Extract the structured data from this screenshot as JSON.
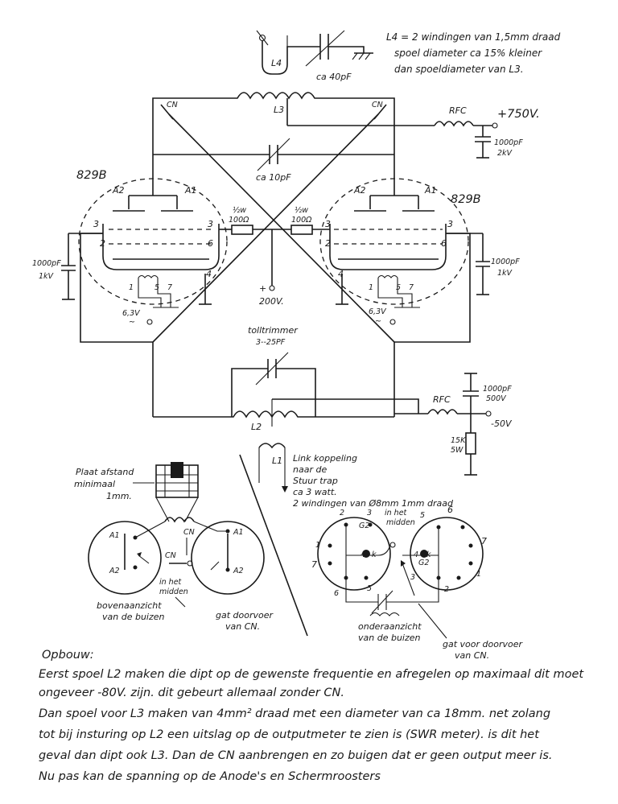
{
  "top": {
    "l4": "L4",
    "ca40": "ca 40pF",
    "l3": "L3",
    "cn_left": "CN",
    "cn_right": "CN",
    "rfc": "RFC",
    "hv": "+750V.",
    "c1000_2kv_a": "1000pF",
    "c1000_2kv_b": "2kV",
    "ca10": "ca 10pF",
    "note_l4": [
      "L4 = 2 windingen van 1,5mm draad",
      "spoel diameter ca 15% kleiner",
      "dan spoeldiameter van L3."
    ]
  },
  "tubes": {
    "left_type": "829B",
    "right_type": "829B",
    "a1": "A1",
    "a2": "A2",
    "p3": "3",
    "p2": "2",
    "p6": "6",
    "p4": "4",
    "p1": "1",
    "p5": "5",
    "p7": "7",
    "heater": "6,3V",
    "tilde": "~",
    "res_w": "½w",
    "res_ohm": "100Ω",
    "c_left_a": "1000pF",
    "c_left_b": "1kV",
    "c_right_a": "1000pF",
    "c_right_b": "1kV",
    "v200": "200V.",
    "plus": "+"
  },
  "grid": {
    "trim_a": "tolltrimmer",
    "trim_b": "3--25PF",
    "l2": "L2",
    "l1": "L1",
    "rfc": "RFC",
    "c_a": "1000pF",
    "c_b": "500V",
    "neg": "-50V",
    "r_a": "15K",
    "r_b": "5W",
    "link": [
      "Link koppeling",
      "naar de",
      "Stuur trap",
      "ca 3 watt.",
      "2 windingen van Ø8mm 1mm draad"
    ]
  },
  "detail_left": {
    "plaat": "Plaat afstand",
    "minimaal": "minimaal",
    "mm": "1mm.",
    "cn1": "CN",
    "cn2": "CN",
    "a1l": "A1",
    "a2l": "A2",
    "a1r": "A1",
    "a2r": "A2",
    "midden_a": "in het",
    "midden_b": "midden",
    "boven_a": "bovenaanzicht",
    "boven_b": "van de buizen",
    "gat_a": "gat doorvoer",
    "gat_b": "van CN."
  },
  "detail_right": {
    "n2": "2",
    "n3": "3",
    "g2a": "G2",
    "mid_a": "in het",
    "mid_b": "midden",
    "n5": "5",
    "n6": "6",
    "n1a": "1",
    "n7a": "7",
    "n4a": "4",
    "k1": "k",
    "n6b": "6",
    "n5b": "5",
    "n4b": "4",
    "k2": "k",
    "g2b": "G2",
    "n7b": "7",
    "n1b": "1",
    "n3b": "3",
    "n2b": "2",
    "onder_a": "onderaanzicht",
    "onder_b": "van de buizen",
    "gat_a": "gat voor doorvoer",
    "gat_b": "van CN."
  },
  "text": {
    "heading": "Opbouw:",
    "lines": [
      "Eerst spoel L2 maken die dipt op de gewenste frequentie en afregelen op maximaal dit moet",
      "ongeveer -80V. zijn. dit gebeurt allemaal zonder CN.",
      "Dan spoel voor L3 maken van 4mm² draad met een diameter van ca 18mm. net zolang",
      "tot bij insturing op L2 een uitslag op de outputmeter te zien is (SWR meter). is dit het",
      "geval dan dipt ook L3. Dan de CN aanbrengen en zo buigen dat er geen output meer is.",
      "Nu pas kan de spanning op de Anode's en Schermroosters"
    ]
  }
}
